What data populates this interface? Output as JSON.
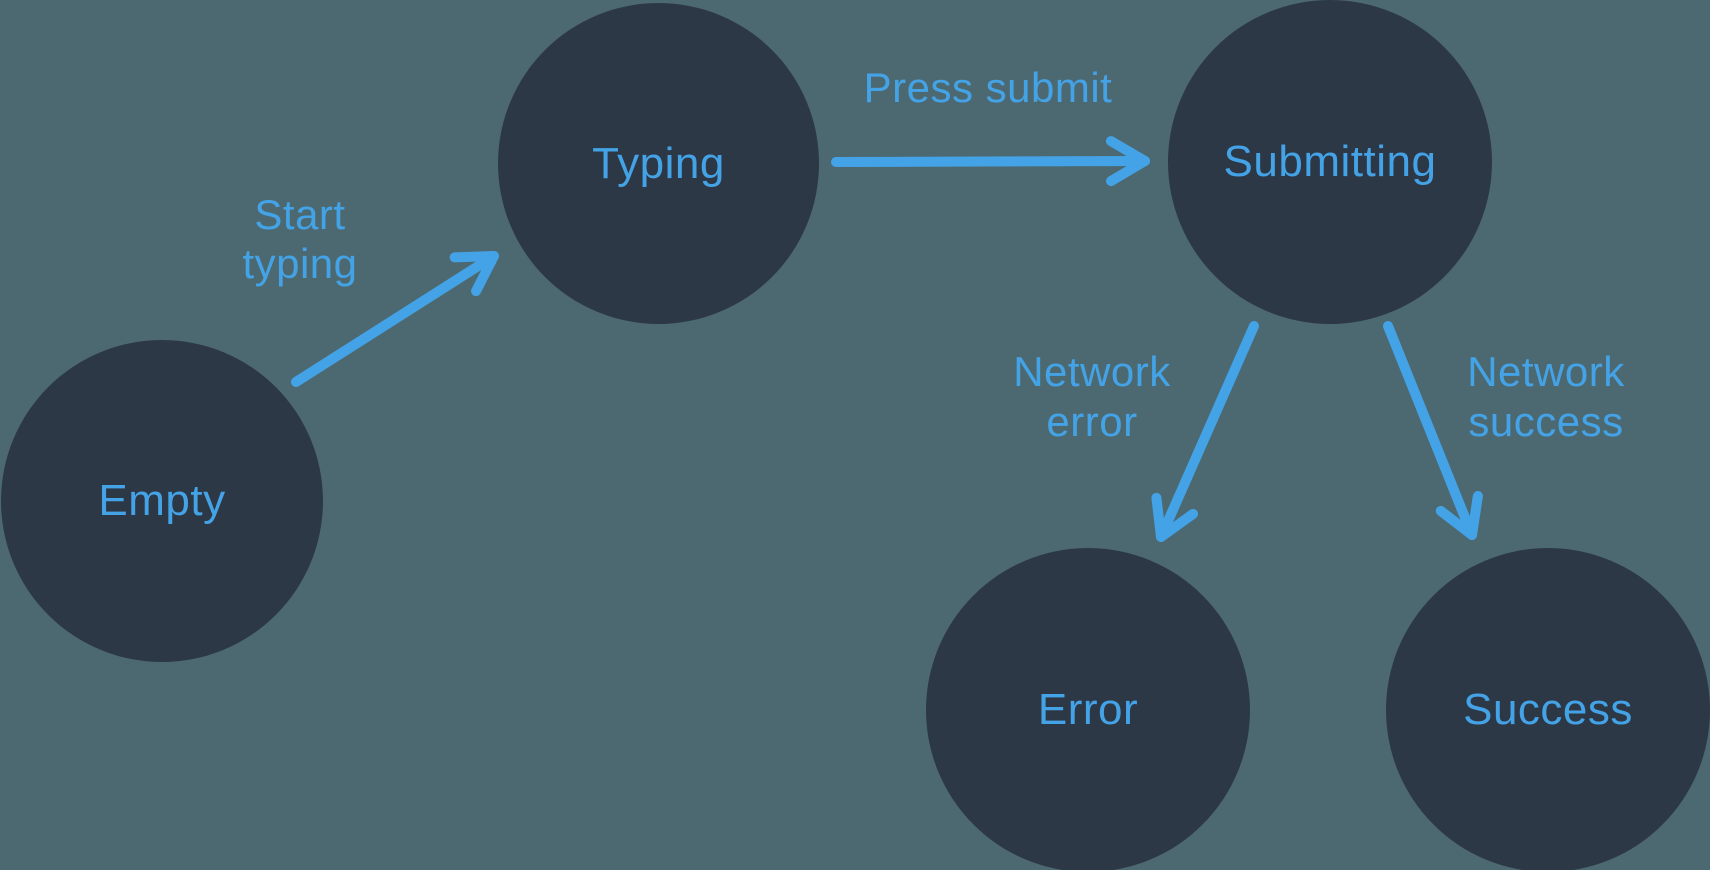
{
  "diagram": {
    "type": "state-machine",
    "colors": {
      "background": "#4C6971",
      "node_fill": "#2D3846",
      "accent": "#44A3E7"
    },
    "nodes": [
      {
        "id": "empty",
        "label": "Empty"
      },
      {
        "id": "typing",
        "label": "Typing"
      },
      {
        "id": "submitting",
        "label": "Submitting"
      },
      {
        "id": "error",
        "label": "Error"
      },
      {
        "id": "success",
        "label": "Success"
      }
    ],
    "edges": [
      {
        "from": "empty",
        "to": "typing",
        "label": "Start typing",
        "lines": [
          "Start",
          "typing"
        ]
      },
      {
        "from": "typing",
        "to": "submitting",
        "label": "Press submit",
        "lines": [
          "Press submit"
        ]
      },
      {
        "from": "submitting",
        "to": "error",
        "label": "Network error",
        "lines": [
          "Network",
          "error"
        ]
      },
      {
        "from": "submitting",
        "to": "success",
        "label": "Network success",
        "lines": [
          "Network",
          "success"
        ]
      }
    ]
  }
}
